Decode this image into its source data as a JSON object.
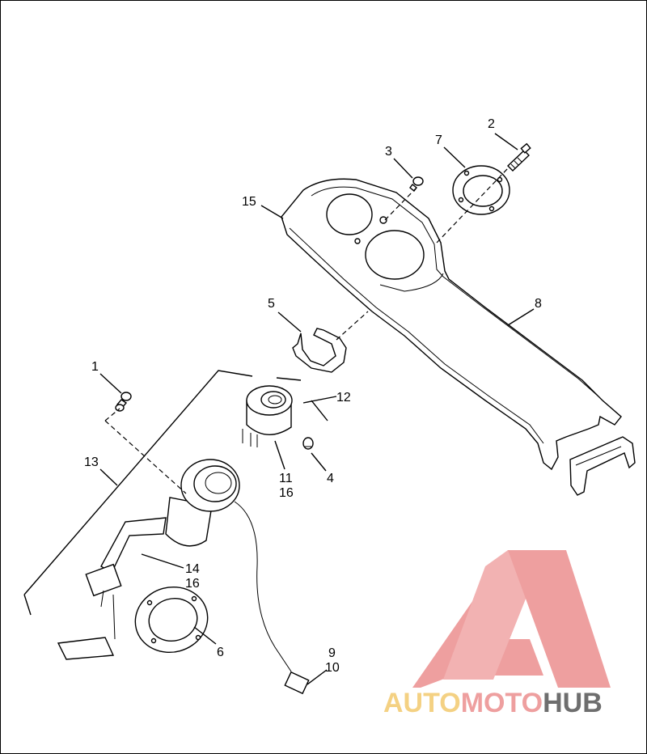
{
  "callouts": {
    "c1": "1",
    "c2": "2",
    "c3": "3",
    "c4": "4",
    "c5": "5",
    "c6": "6",
    "c7": "7",
    "c8": "8",
    "c9": "9",
    "c10": "10",
    "c11": "11",
    "c11b": "16",
    "c12": "12",
    "c13": "13",
    "c14": "14",
    "c14b": "16",
    "c15": "15"
  },
  "watermark": {
    "part1": "AUTO",
    "part2": "MOTO",
    "part3": "HUB",
    "color1": "#f3c96e",
    "color2": "#ec8f8f",
    "color3": "#555555"
  }
}
